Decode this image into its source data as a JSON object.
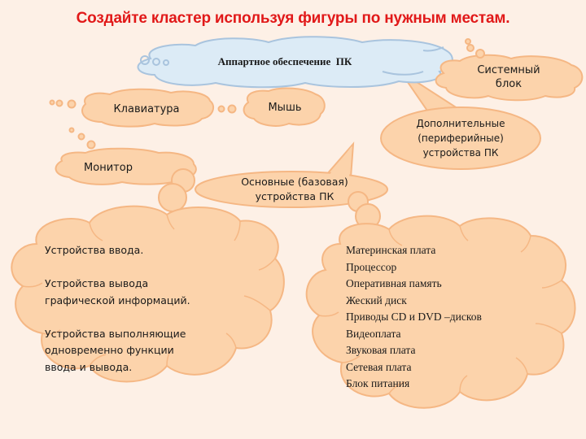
{
  "title": "Создайте кластер используя фигуры по нужным местам.",
  "colors": {
    "background": "#fdf0e6",
    "title": "#e11919",
    "peach_fill": "#fcd3ab",
    "peach_stroke": "#f5b784",
    "blue_fill": "#dcebf6",
    "blue_stroke": "#a9c4de",
    "text": "#1a1a1a"
  },
  "nodes": {
    "root": {
      "label": "Аппартное обеспечение  ПК"
    },
    "system_unit": {
      "label_line1": "Системный",
      "label_line2": "блок"
    },
    "keyboard": {
      "label": "Клавиатура"
    },
    "mouse": {
      "label": "Мышь"
    },
    "monitor": {
      "label": "Монитор"
    },
    "peripheral": {
      "line1": "Дополнительные",
      "line2": "(периферийные)",
      "line3": "устройства ПК"
    },
    "basic": {
      "line1": "Основные (базовая)",
      "line2": "устройства ПК"
    },
    "peripheral_types": {
      "items": [
        "Устройства ввода.",
        "Устройства вывода",
        "графической информаций.",
        "Устройства выполняющие",
        "одновременно функции",
        "ввода и вывода."
      ]
    },
    "basic_components": {
      "items": [
        "Материнская плата",
        "Процессор",
        "Оперативная память",
        "Жеский диск",
        "Приводы CD и DVD –дисков",
        "Видеоплата",
        "Звуковая плата",
        "Сетевая плата",
        "Блок питания"
      ]
    }
  }
}
